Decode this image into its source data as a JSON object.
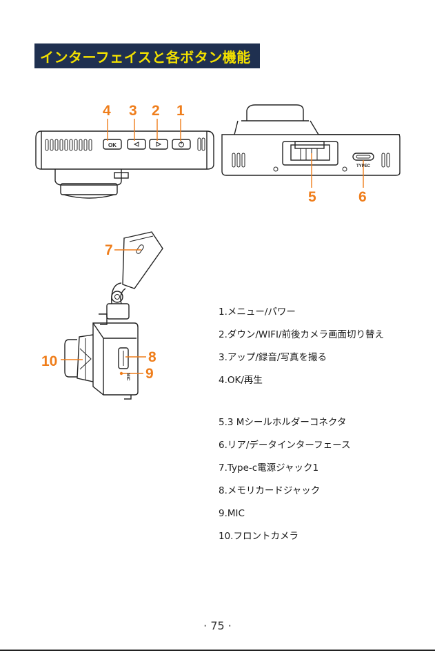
{
  "section_title": "インターフェイスと各ボタン機能",
  "callouts": {
    "n1": "1",
    "n2": "2",
    "n3": "3",
    "n4": "4",
    "n5": "5",
    "n6": "6",
    "n7": "7",
    "n8": "8",
    "n9": "9",
    "n10": "10"
  },
  "device_labels": {
    "ok_button": "OK",
    "usb_label": "TYPEC",
    "mic_label": "MIC"
  },
  "functions": [
    "1.メニュー/パワー",
    "2.ダウン/WIFI/前後カメラ画面切り替え",
    "3.アップ/録音/写真を撮る",
    "4.OK/再生",
    "5.3 Mシールホルダーコネクタ",
    "6.リア/データインターフェース",
    "7.Type-c電源ジャック1",
    "8.メモリカードジャック",
    "9.MIC",
    "10.フロントカメラ"
  ],
  "page_number": "· 75 ·",
  "colors": {
    "title_bg": "#1f3050",
    "title_text": "#f2e000",
    "callout": "#ef7d1a"
  }
}
